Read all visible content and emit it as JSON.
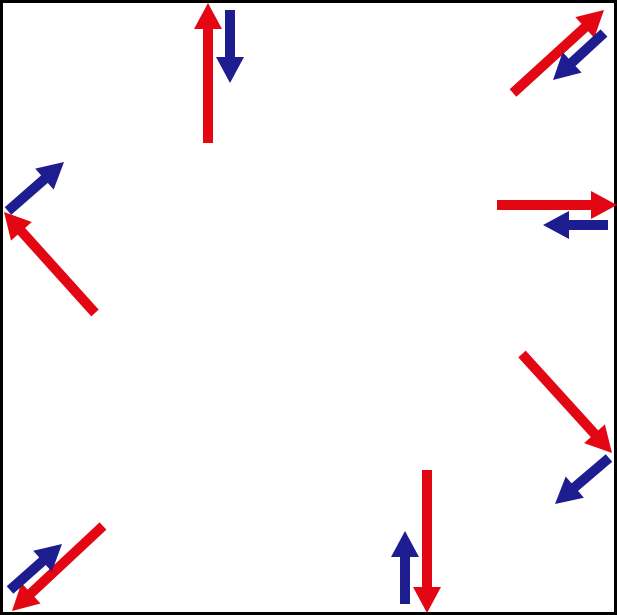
{
  "diagram": {
    "colors": {
      "border": "#000000",
      "background": "#ffffff",
      "red": "#e30613",
      "blue": "#1d1d8f"
    },
    "arrow_pairs": [
      {
        "id": "top",
        "red_direction": "up",
        "blue_direction": "down"
      },
      {
        "id": "top-right",
        "red_direction": "up-right",
        "blue_direction": "down-left"
      },
      {
        "id": "right",
        "red_direction": "right",
        "blue_direction": "left"
      },
      {
        "id": "lower-right",
        "red_direction": "down-right",
        "blue_direction": "down-left"
      },
      {
        "id": "bottom",
        "red_direction": "down",
        "blue_direction": "up"
      },
      {
        "id": "bottom-left",
        "red_direction": "down-left",
        "blue_direction": "up-right"
      },
      {
        "id": "left",
        "red_direction": "up-left",
        "blue_direction": "up-right"
      }
    ]
  }
}
